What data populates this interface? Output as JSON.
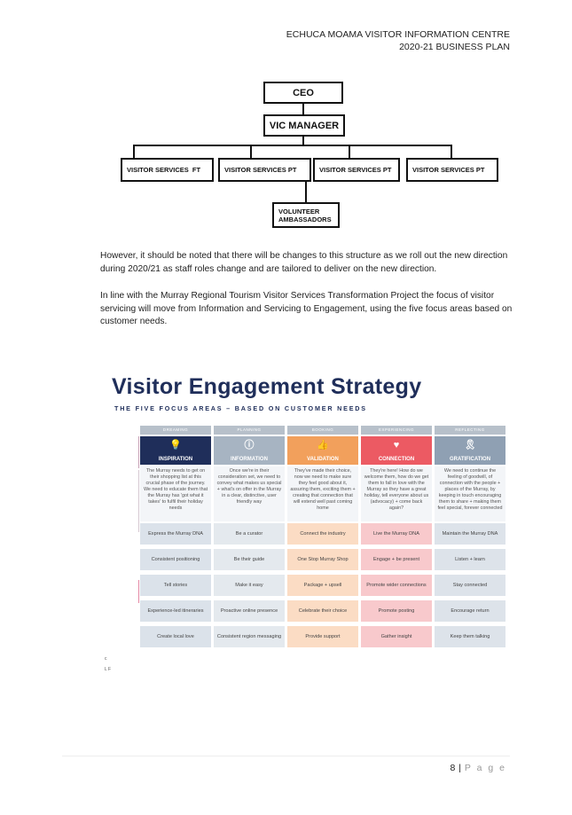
{
  "header": {
    "line1": "ECHUCA MOAMA VISITOR INFORMATION CENTRE",
    "line2": "2020-21 BUSINESS PLAN"
  },
  "org_chart": {
    "ceo": "CEO",
    "manager": "VIC MANAGER",
    "staff": [
      "VISITOR SERVICES  FT",
      "VISITOR SERVICES PT",
      "VISITOR SERVICES PT",
      "VISITOR SERVICES PT"
    ],
    "volunteers_line1": "VOLUNTEER",
    "volunteers_line2": "AMBASSADORS"
  },
  "paragraphs": [
    "However, it should be noted that there will be changes to this structure as we roll out the new direction during 2020/21 as staff roles change and are tailored to deliver on the new direction.",
    "In line with the Murray Regional Tourism Visitor Services Transformation Project the focus of visitor servicing will move from Information and Servicing to Engagement, using the five focus areas based on customer needs."
  ],
  "strategy": {
    "title": "Visitor Engagement Strategy",
    "subtitle": "THE FIVE FOCUS AREAS – BASED ON CUSTOMER NEEDS",
    "columns": [
      {
        "stage": "DREAMING",
        "focus": "INSPIRATION",
        "icon": "lightbulb-icon",
        "glyph": "💡",
        "color": "#1f2e5a",
        "tint": "#dbe2ea",
        "desc": "The Murray needs to get on their shopping list at this crucial phase of the journey. We need to educate them that the Murray has 'got what it takes' to fulfil their holiday needs",
        "cells": [
          "Express the Murray DNA",
          "Consistent positioning",
          "Tell stories",
          "Experience-led itineraries",
          "Create local love"
        ]
      },
      {
        "stage": "PLANNING",
        "focus": "INFORMATION",
        "icon": "info-icon",
        "glyph": "ⓘ",
        "color": "#a7b4c2",
        "tint": "#e4e9ee",
        "desc": "Once we're in their consideration set, we need to convey what makes us special + what's on offer in the Murray in a clear, distinctive, user friendly way",
        "cells": [
          "Be a curator",
          "Be their guide",
          "Make it easy",
          "Proactive online presence",
          "Consistent region messaging"
        ]
      },
      {
        "stage": "BOOKING",
        "focus": "VALIDATION",
        "icon": "thumbs-up-icon",
        "glyph": "👍",
        "color": "#f2a05c",
        "tint": "#fbdcc4",
        "desc": "They've made their choice, now we need to make sure they feel good about it, assuring them, exciting them + creating that connection that will extend well past coming home",
        "cells": [
          "Connect the industry",
          "One Stop Murray Shop",
          "Package + upsell",
          "Celebrate their choice",
          "Provide support"
        ]
      },
      {
        "stage": "EXPERIENCING",
        "focus": "CONNECTION",
        "icon": "heart-icon",
        "glyph": "♥",
        "color": "#ec5a63",
        "tint": "#f8c9cc",
        "desc": "They're here! How do we welcome them, how do we get them to fall in love with the Murray so they have a great holiday, tell everyone about us (advocacy) + come back again?",
        "cells": [
          "Live the Murray DNA",
          "Engage + be present",
          "Promote wider connections",
          "Promote posting",
          "Gather insight"
        ]
      },
      {
        "stage": "REFLECTING",
        "focus": "GRATIFICATION",
        "icon": "award-ribbon-icon",
        "glyph": "🎗",
        "color": "#8fa0b3",
        "tint": "#dde3ea",
        "desc": "We need to continue the feeling of goodwill, of connection with the people + places of the Murray, by keeping in touch encouraging them to share + making them feel special, forever connected",
        "cells": [
          "Maintain the Murray DNA",
          "Listen + learn",
          "Stay connected",
          "Encourage return",
          "Keep them talking"
        ]
      }
    ]
  },
  "footer_marks": [
    "c",
    "L  F"
  ],
  "footer": {
    "page_number": "8",
    "separator": "|",
    "page_label": "P a g e"
  }
}
